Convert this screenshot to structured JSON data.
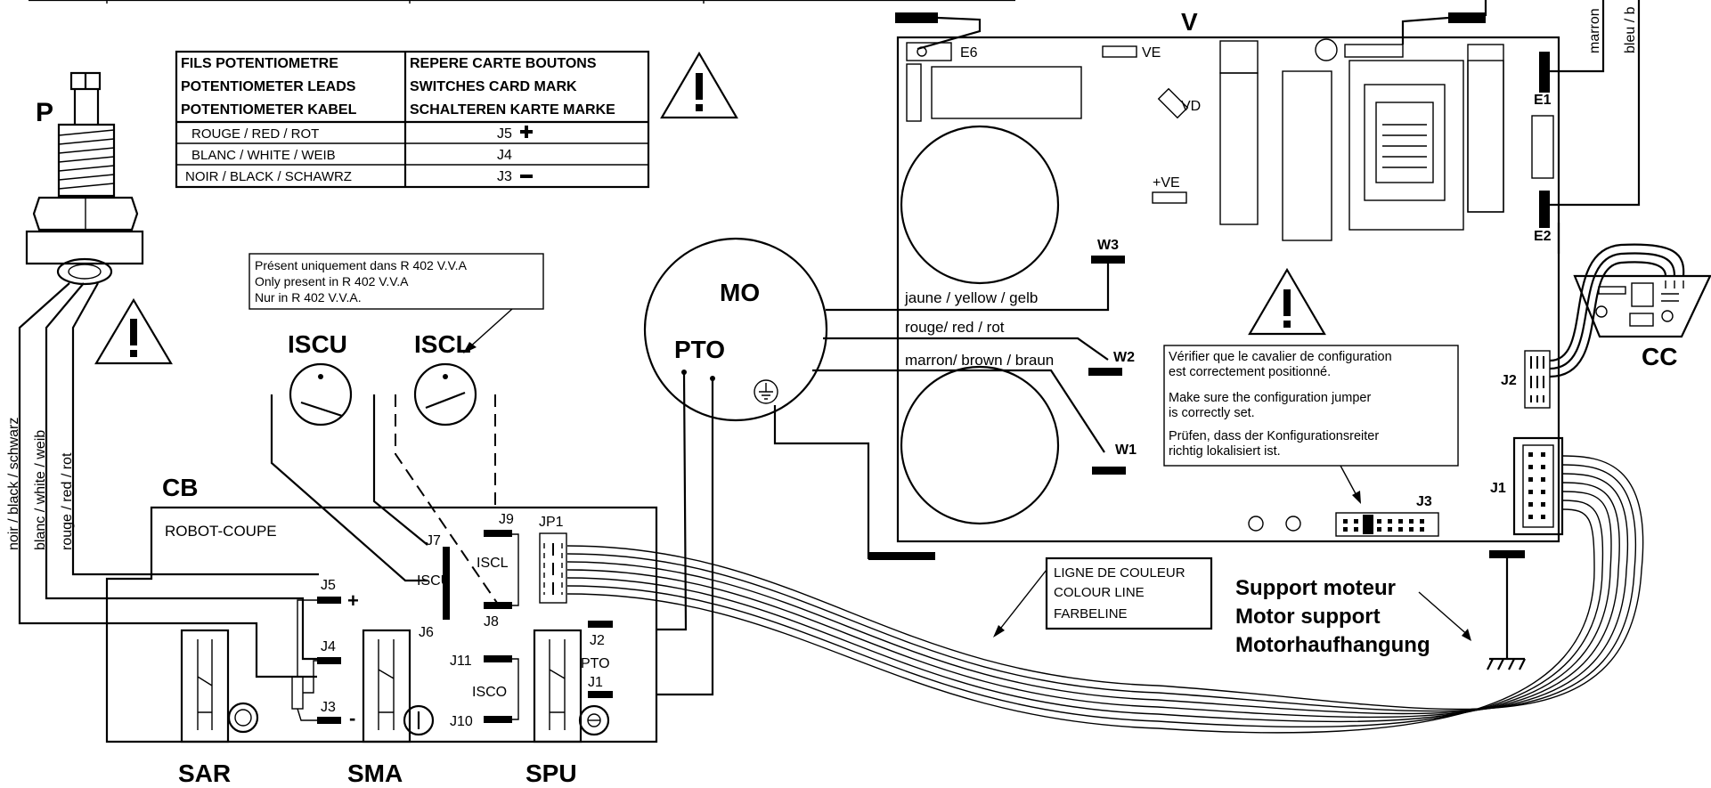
{
  "colors": {
    "ink": "#000000",
    "paper": "#ffffff"
  },
  "labels": {
    "P": "P",
    "V": "V",
    "CB": "CB",
    "MO": "MO",
    "PTO": "PTO",
    "CC": "CC",
    "ISCU": "ISCU",
    "ISCL": "ISCL",
    "SAR": "SAR",
    "SMA": "SMA",
    "SPU": "SPU",
    "robot_coupe": "ROBOT-COUPE"
  },
  "pot_table": {
    "header_left": [
      "FILS POTENTIOMETRE",
      "POTENTIOMETER LEADS",
      "POTENTIOMETER KABEL"
    ],
    "header_right": [
      "REPERE CARTE BOUTONS",
      "SWITCHES CARD MARK",
      "SCHALTEREN KARTE MARKE"
    ],
    "rows": [
      {
        "lead": "ROUGE / RED / ROT",
        "mark": "J5"
      },
      {
        "lead": "BLANC / WHITE / WEIB",
        "mark": "J4"
      },
      {
        "lead": "NOIR / BLACK / SCHAWRZ",
        "mark": "J3"
      }
    ]
  },
  "note_present": [
    "Présent uniquement dans R 402  V.V.A",
    "Only present in R 402 V.V.A",
    "Nur in R 402 V.V.A."
  ],
  "note_jumper": [
    "Vérifier que le cavalier de configuration",
    "est correctement positionné.",
    "Make sure the configuration jumper",
    "is correctly set.",
    "Prüfen, dass der Konfigurationsreiter",
    "richtig lokalisiert ist."
  ],
  "note_colour_line": [
    "LIGNE DE COULEUR",
    "COLOUR LINE",
    "FARBELINE"
  ],
  "motor_support": [
    "Support moteur",
    "Motor support",
    "Motorhaufhangung"
  ],
  "wire_leads": {
    "black": "noir / black / schwarz",
    "white": "blanc / white / weib",
    "red": "rouge / red / rot"
  },
  "motor_wires": {
    "yellow": "jaune / yellow / gelb",
    "red": "rouge/ red / rot",
    "brown": "marron/ brown / braun"
  },
  "side_wires": {
    "brown": "marron",
    "blue": "bleu / b"
  },
  "connectors": {
    "J1": "J1",
    "J2": "J2",
    "J3": "J3",
    "J4": "J4",
    "J5": "J5",
    "J6": "J6",
    "J7": "J7",
    "J8": "J8",
    "J9": "J9",
    "J10": "J10",
    "J11": "J11",
    "JP1": "JP1",
    "ISCO": "ISCO",
    "ISCU_small": "ISCU",
    "ISCL_small": "ISCL",
    "PTO_small": "PTO",
    "W1": "W1",
    "W2": "W2",
    "W3": "W3",
    "E1": "E1",
    "E2": "E2",
    "E6": "E6",
    "VE": "VE",
    "VD": "VD",
    "plusVE": "+VE",
    "plus": "+",
    "minus": "-"
  }
}
